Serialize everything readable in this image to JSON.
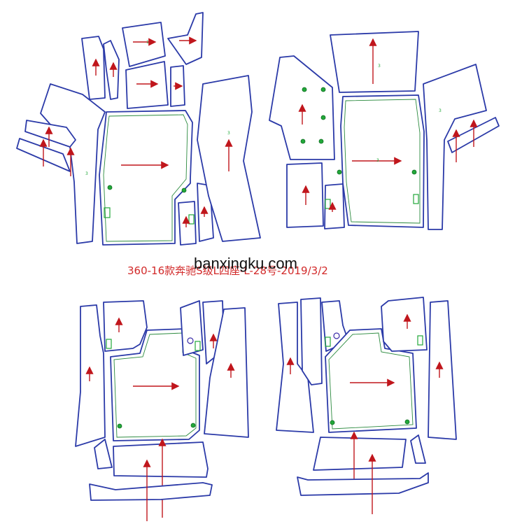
{
  "caption": "360-16款奔驰S级L四座-L-28号-2019/3/2",
  "watermark": "banxingku.com",
  "colors": {
    "outline": "#2b3aa8",
    "inner_offset": "#2b8a3e",
    "arrow": "#c0161c",
    "marker": "#22a83a",
    "caption": "#d22a2a"
  },
  "panels": [
    {
      "id": "top-left-set"
    },
    {
      "id": "top-right-set"
    },
    {
      "id": "bottom-left-set"
    },
    {
      "id": "bottom-right-set"
    }
  ]
}
